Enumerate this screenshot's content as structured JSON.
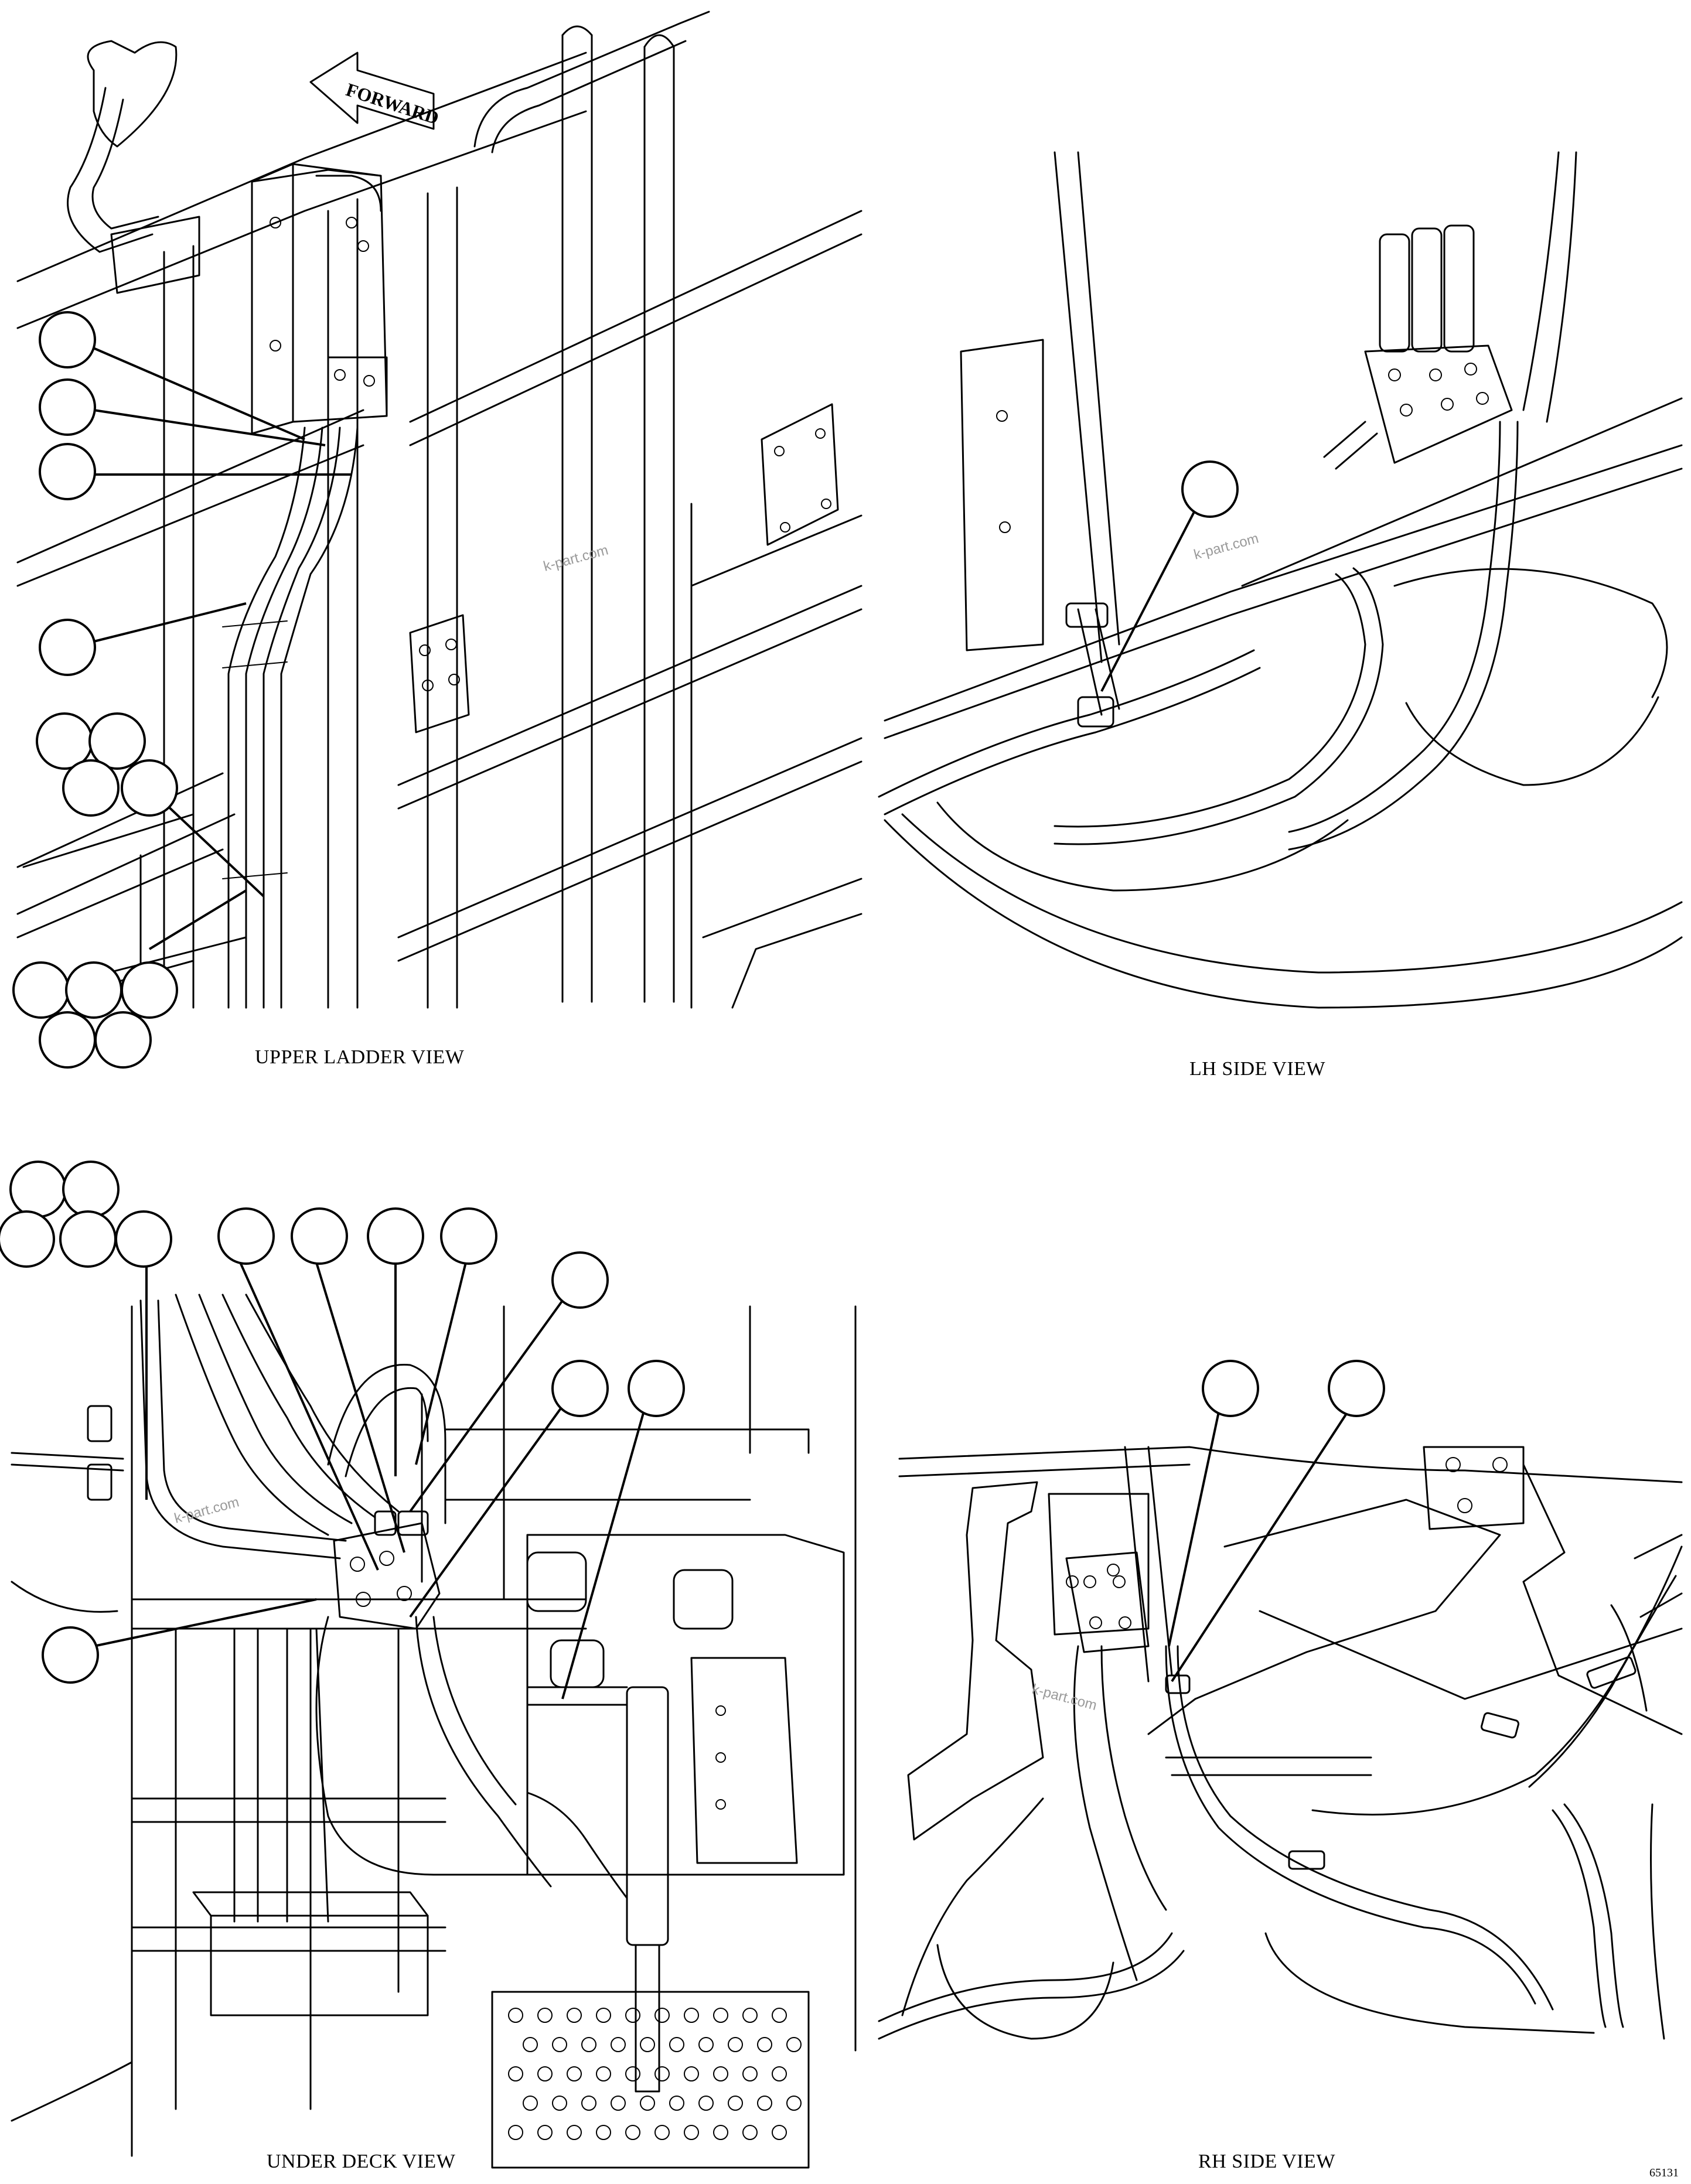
{
  "views": {
    "upper_ladder": {
      "label": "UPPER LADDER VIEW"
    },
    "lh_side": {
      "label": "LH SIDE VIEW"
    },
    "under_deck": {
      "label": "UNDER DECK VIEW"
    },
    "rh_side": {
      "label": "RH SIDE VIEW"
    }
  },
  "arrow": {
    "label": "FORWARD"
  },
  "watermark": {
    "text": "k-part.com"
  },
  "drawing_number": "65131"
}
